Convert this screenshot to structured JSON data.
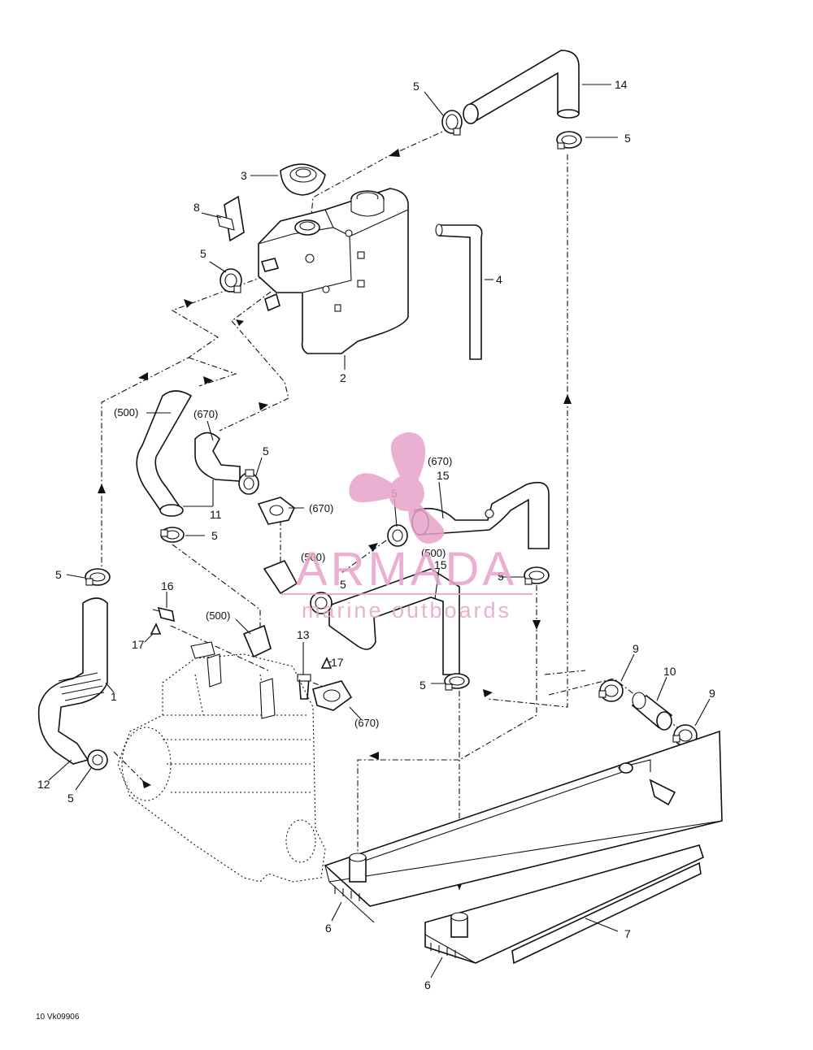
{
  "callouts": [
    {
      "id": "c14",
      "text": "14"
    },
    {
      "id": "c5a",
      "text": "5"
    },
    {
      "id": "c5b",
      "text": "5"
    },
    {
      "id": "c3",
      "text": "3"
    },
    {
      "id": "c8",
      "text": "8"
    },
    {
      "id": "c5c",
      "text": "5"
    },
    {
      "id": "c4",
      "text": "4"
    },
    {
      "id": "c2",
      "text": "2"
    },
    {
      "id": "c500a",
      "text": "(500)"
    },
    {
      "id": "c670a",
      "text": "(670)"
    },
    {
      "id": "c5d",
      "text": "5"
    },
    {
      "id": "c670b",
      "text": "(670)"
    },
    {
      "id": "c11",
      "text": "11"
    },
    {
      "id": "c5e",
      "text": "5"
    },
    {
      "id": "c670c",
      "text": "(670)"
    },
    {
      "id": "c15a",
      "text": "15"
    },
    {
      "id": "c5f",
      "text": "5"
    },
    {
      "id": "c500b",
      "text": "(500)"
    },
    {
      "id": "c500c",
      "text": "(500)"
    },
    {
      "id": "c15b",
      "text": "15"
    },
    {
      "id": "c5g",
      "text": "5"
    },
    {
      "id": "c5h",
      "text": "5"
    },
    {
      "id": "c5i",
      "text": "5"
    },
    {
      "id": "c16",
      "text": "16"
    },
    {
      "id": "c17a",
      "text": "17"
    },
    {
      "id": "c500d",
      "text": "(500)"
    },
    {
      "id": "c13",
      "text": "13"
    },
    {
      "id": "c17b",
      "text": "17"
    },
    {
      "id": "c1",
      "text": "1"
    },
    {
      "id": "c5j",
      "text": "5"
    },
    {
      "id": "c670d",
      "text": "(670)"
    },
    {
      "id": "c9a",
      "text": "9"
    },
    {
      "id": "c10",
      "text": "10"
    },
    {
      "id": "c9b",
      "text": "9"
    },
    {
      "id": "c12",
      "text": "12"
    },
    {
      "id": "c5k",
      "text": "5"
    },
    {
      "id": "c6a",
      "text": "6"
    },
    {
      "id": "c7",
      "text": "7"
    },
    {
      "id": "c6b",
      "text": "6"
    }
  ],
  "watermark": {
    "brand": "ARMADA",
    "tagline": "marine outboards",
    "color": "#e8a3c9"
  },
  "figure_ref": "10 Vk09906",
  "colors": {
    "line": "#111111",
    "background": "#ffffff"
  }
}
